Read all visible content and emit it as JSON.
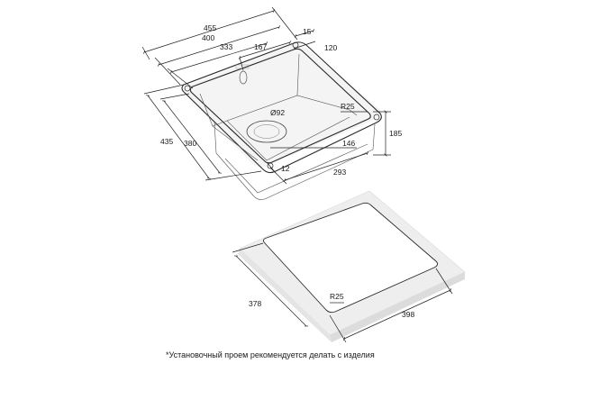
{
  "sink": {
    "dimensions": {
      "overall_length": "455",
      "outer_length": "400",
      "inner_length": "333",
      "drain_offset": "167",
      "rim_width": "15",
      "depth_offset": "120",
      "overall_width": "435",
      "outer_width": "380",
      "drain_diameter": "Ø92",
      "corner_radius": "R25",
      "height": "185",
      "drain_side_offset": "146",
      "flange": "12",
      "bottom_length": "293"
    }
  },
  "cutout": {
    "dimensions": {
      "width": "378",
      "length": "398",
      "corner_radius": "R25"
    }
  },
  "footnote": "*Установочный проем рекомендуется делать с изделия",
  "colors": {
    "line": "#2a2a2a",
    "countertop_fill": "#eeeeee",
    "countertop_edge": "#dcdcdc",
    "sink_shade": "#f4f4f4"
  }
}
